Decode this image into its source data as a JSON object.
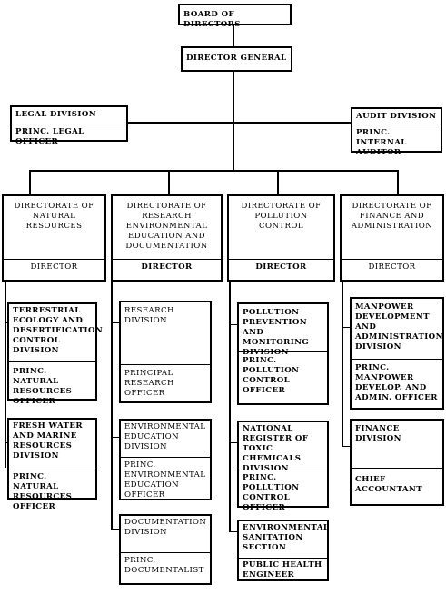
{
  "board": "BOARD OF DIRECTORS",
  "director_general": "DIRECTOR GENERAL",
  "legal": {
    "division": "LEGAL DIVISION",
    "officer": "PRINC. LEGAL OFFICER"
  },
  "audit": {
    "division": "AUDIT DIVISION",
    "officer": "PRINC. INTERNAL\nAUDITOR"
  },
  "directorates": [
    {
      "title": "DIRECTORATE OF\nNATURAL\nRESOURCES",
      "head": "DIRECTOR",
      "units": [
        {
          "name": "TERRESTRIAL\nECOLOGY AND\nDESERTIFICATION\nCONTROL\nDIVISION",
          "officer": "PRINC. NATURAL\nRESOURCES\nOFFICER"
        },
        {
          "name": "FRESH WATER\nAND MARINE\nRESOURCES\nDIVISION",
          "officer": "PRINC. NATURAL\nRESOURCES\nOFFICER"
        }
      ]
    },
    {
      "title": "DIRECTORATE OF\nRESEARCH\nENVIRONMENTAL\nEDUCATION AND\nDOCUMENTATION",
      "head": "DIRECTOR",
      "units": [
        {
          "name": "RESEARCH\nDIVISION",
          "officer": "PRINCIPAL\nRESEARCH\nOFFICER"
        },
        {
          "name": "ENVIRONMENTAL\nEDUCATION\nDIVISION",
          "officer": "PRINC.\nENVIRONMENTAL\nEDUCATION\nOFFICER"
        },
        {
          "name": "DOCUMENTATION\nDIVISION",
          "officer": "PRINC.\nDOCUMENTALIST"
        }
      ]
    },
    {
      "title": "DIRECTORATE OF\nPOLLUTION\nCONTROL",
      "head": "DIRECTOR",
      "units": [
        {
          "name": "POLLUTION\nPREVENTION AND\nMONITORING\nDIVISION",
          "officer": "PRINC. POLLUTION\nCONTROL\nOFFICER"
        },
        {
          "name": "NATIONAL\nREGISTER OF\nTOXIC CHEMICALS\nDIVISION",
          "officer": "PRINC. POLLUTION\nCONTROL\nOFFICER"
        },
        {
          "name": "ENVIRONMENTAL\nSANITATION\nSECTION",
          "officer": "PUBLIC HEALTH\nENGINEER"
        }
      ]
    },
    {
      "title": "DIRECTORATE OF\nFINANCE AND\nADMINISTRATION",
      "head": "DIRECTOR",
      "units": [
        {
          "name": "MANPOWER\nDEVELOPMENT\nAND\nADMINISTRATION\nDIVISION",
          "officer": "PRINC.\nMANPOWER\nDEVELOP. AND\nADMIN. OFFICER"
        },
        {
          "name": "FINANCE\nDIVISION",
          "officer": "CHIEF\nACCOUNTANT"
        }
      ]
    }
  ]
}
